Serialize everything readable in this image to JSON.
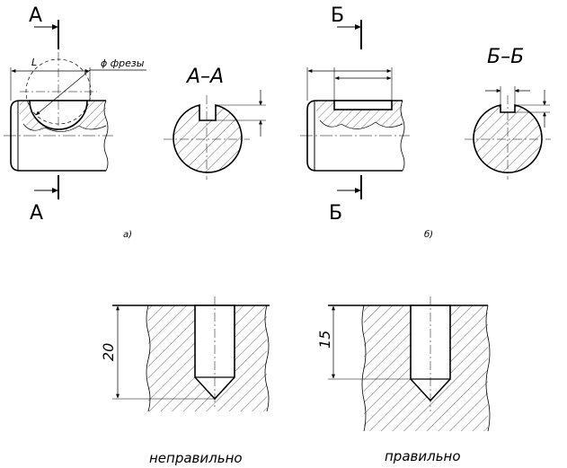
{
  "figure_a": {
    "cut_label_top": "А",
    "cut_label_bottom": "А",
    "dim_L": "L",
    "cutter_label": "ϕ фрезы",
    "section_title": "А–А",
    "caption": "а)"
  },
  "figure_b": {
    "cut_label_top": "Б",
    "cut_label_bottom": "Б",
    "section_title": "Б–Б",
    "caption": "б)"
  },
  "hole_wrong": {
    "depth_dim": "20",
    "caption": "неправильно"
  },
  "hole_right": {
    "depth_dim": "15",
    "caption": "правильно"
  },
  "colors": {
    "stroke": "#000000",
    "background": "#ffffff"
  }
}
